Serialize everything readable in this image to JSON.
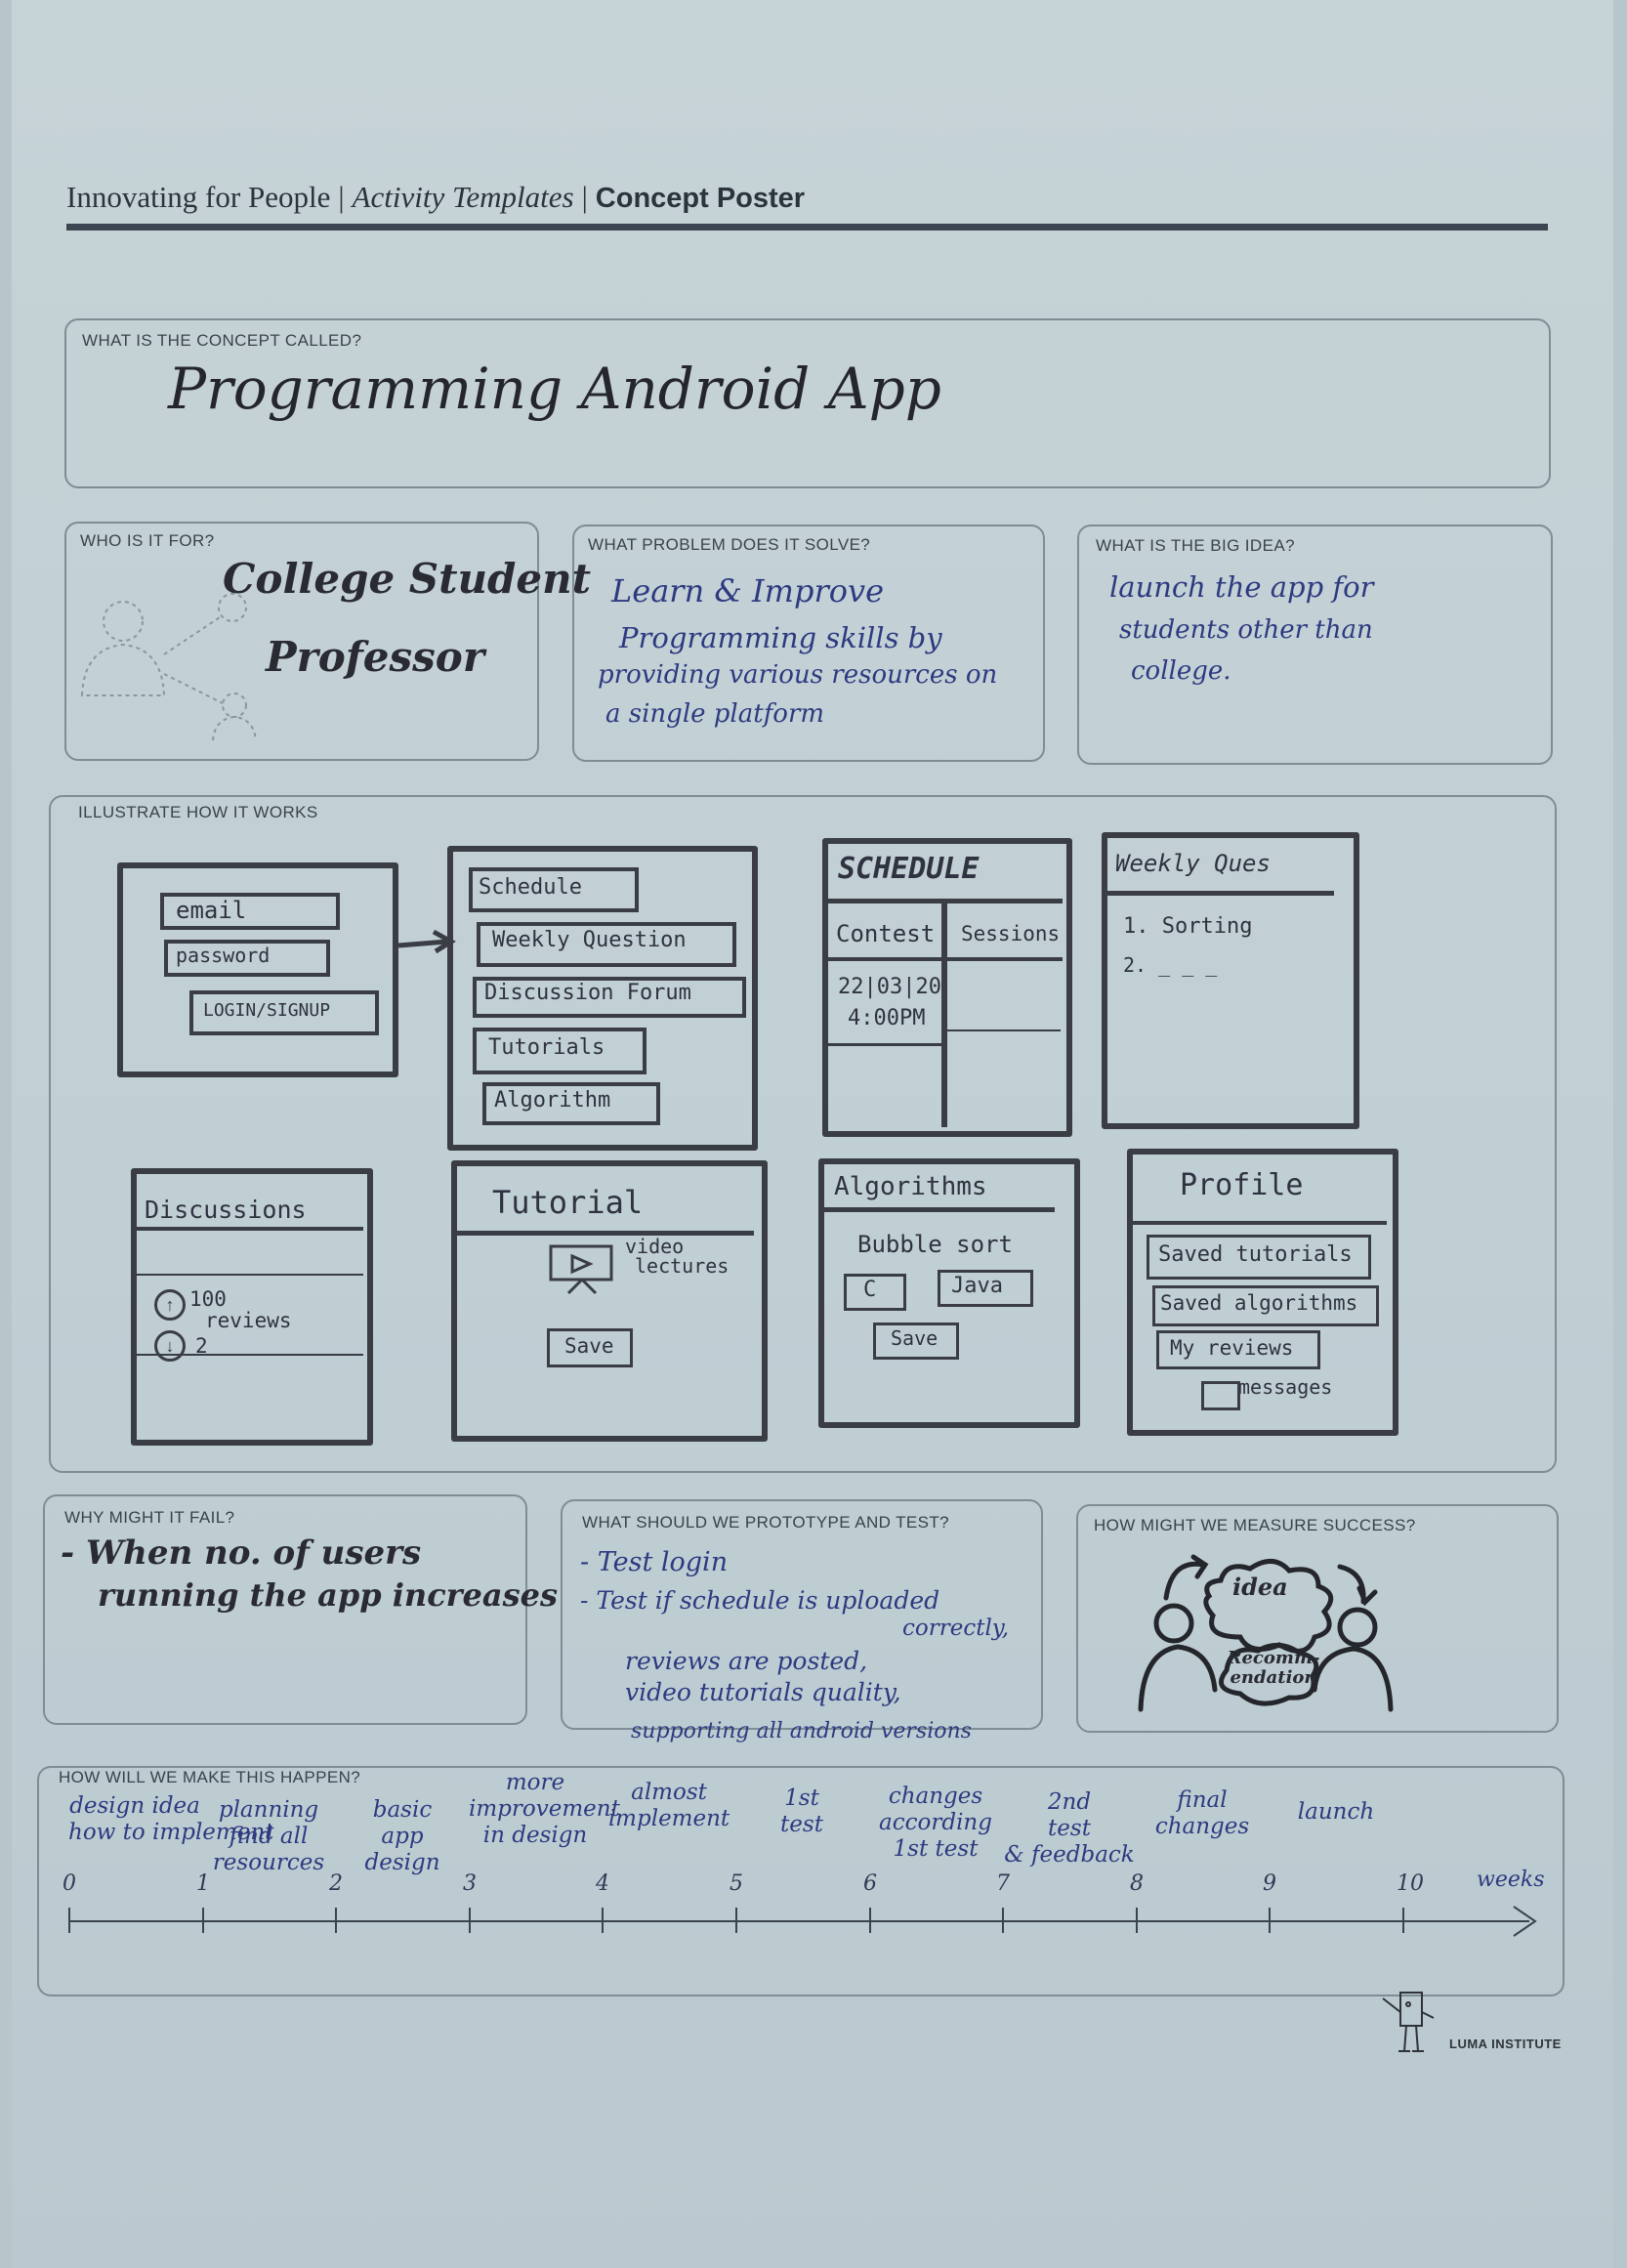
{
  "header": {
    "brand": "Innovating for People",
    "section": "Activity Templates",
    "title": "Concept Poster"
  },
  "concept": {
    "label": "WHAT IS THE CONCEPT CALLED?",
    "value": "Programming Android App"
  },
  "who": {
    "label": "WHO IS IT FOR?",
    "lines": [
      "College Student",
      "Professor"
    ]
  },
  "problem": {
    "label": "WHAT PROBLEM DOES IT SOLVE?",
    "lines": [
      "Learn & Improve",
      "Programming skills by",
      "providing various resources on",
      "a single platform"
    ]
  },
  "big_idea": {
    "label": "WHAT IS THE BIG IDEA?",
    "lines": [
      "launch the app for",
      "students other than",
      "college."
    ]
  },
  "illustrate": {
    "label": "ILLUSTRATE HOW IT WORKS",
    "login": {
      "email": "email",
      "password": "password",
      "button": "LOGIN/SIGNUP"
    },
    "menu": [
      "Schedule",
      "Weekly Question",
      "Discussion Forum",
      "Tutorials",
      "Algorithm"
    ],
    "schedule": {
      "title": "SCHEDULE",
      "col1": "Contest",
      "col2": "Sessions",
      "date": "22|03|20",
      "time": "4:00PM"
    },
    "weekly": {
      "title": "Weekly Ques",
      "item1": "1. Sorting",
      "item2": "2. _ _ _"
    },
    "discussions": {
      "title": "Discussions",
      "up": "100",
      "reviews": "reviews",
      "down": "2"
    },
    "tutorial": {
      "title": "Tutorial",
      "video": "video",
      "lectures": "lectures",
      "save": "Save"
    },
    "algorithms": {
      "title": "Algorithms",
      "item": "Bubble sort",
      "c": "C",
      "java": "Java",
      "save": "Save"
    },
    "profile": {
      "title": "Profile",
      "items": [
        "Saved tutorials",
        "Saved algorithms",
        "My reviews"
      ],
      "messages": "messages"
    }
  },
  "fail": {
    "label": "WHY MIGHT IT FAIL?",
    "lines": [
      "- When no. of users",
      "running the app increases"
    ]
  },
  "prototype": {
    "label": "WHAT SHOULD WE PROTOTYPE AND TEST?",
    "lines": [
      "- Test login",
      "- Test if schedule is uploaded",
      "correctly,",
      "reviews are posted,",
      "video tutorials quality,",
      "supporting all android versions"
    ]
  },
  "measure": {
    "label": "HOW MIGHT WE MEASURE SUCCESS?",
    "idea": "idea",
    "recommend": "Recomm-endation"
  },
  "timeline": {
    "label": "HOW WILL WE MAKE THIS HAPPEN?",
    "numbers": [
      "0",
      "1",
      "2",
      "3",
      "4",
      "5",
      "6",
      "7",
      "8",
      "9",
      "10"
    ],
    "unit": "weeks",
    "phases": [
      [
        "design idea",
        "how to implement"
      ],
      [
        "planning",
        "find all",
        "resources"
      ],
      [
        "basic",
        "app",
        "design"
      ],
      [
        "more",
        "improvement",
        "in design"
      ],
      [
        "almost",
        "implement"
      ],
      [
        "1st",
        "test"
      ],
      [
        "changes",
        "according",
        "1st test"
      ],
      [
        "2nd",
        "test",
        "& feedback"
      ],
      [
        "final",
        "changes"
      ],
      [
        "launch"
      ]
    ]
  },
  "footer": {
    "logo": "LUMA INSTITUTE"
  }
}
